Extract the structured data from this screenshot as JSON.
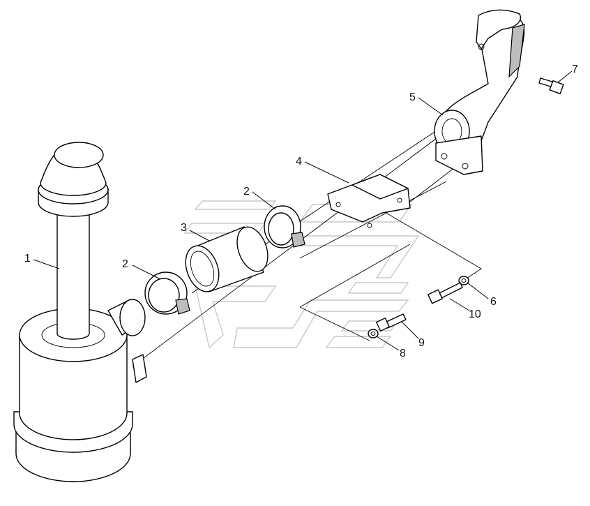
{
  "diagram": {
    "callouts": [
      {
        "id": "c1",
        "label": "1"
      },
      {
        "id": "c2a",
        "label": "2"
      },
      {
        "id": "c2b",
        "label": "2"
      },
      {
        "id": "c3",
        "label": "3"
      },
      {
        "id": "c4",
        "label": "4"
      },
      {
        "id": "c5",
        "label": "5"
      },
      {
        "id": "c6",
        "label": "6"
      },
      {
        "id": "c7",
        "label": "7"
      },
      {
        "id": "c8",
        "label": "8"
      },
      {
        "id": "c9",
        "label": "9"
      },
      {
        "id": "c10",
        "label": "10"
      }
    ],
    "colors": {
      "line": "#000000",
      "shade": "#bdbdbd",
      "watermark": "#c8c8c8",
      "background": "#ffffff"
    }
  }
}
